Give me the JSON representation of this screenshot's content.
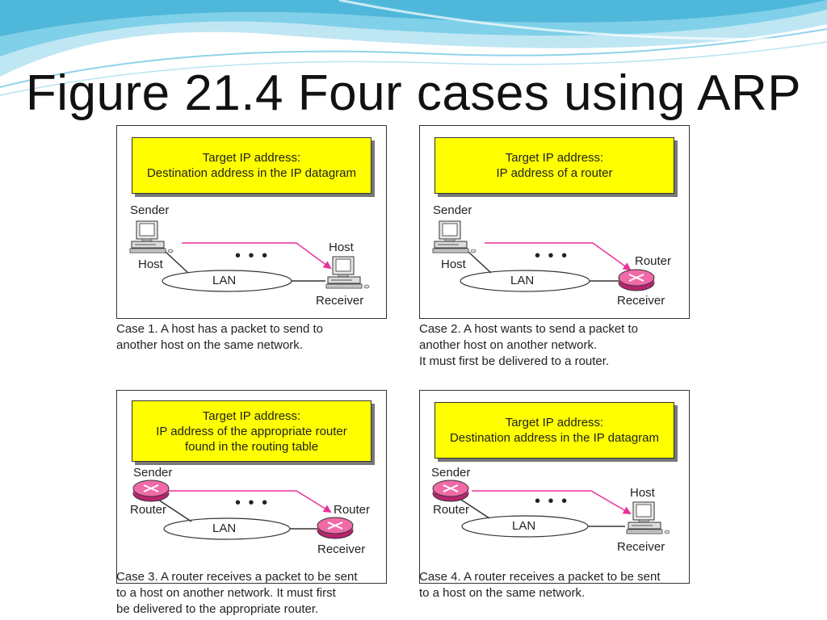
{
  "slide": {
    "title": "Figure 21.4  Four cases using ARP"
  },
  "colors": {
    "accent_wave": "#5bc3de",
    "box_fill": "#ffff00",
    "arrow": "#e8329a",
    "router": "#e53a8f"
  },
  "cases": [
    {
      "box_lines": [
        "Target IP address:",
        "Destination address in the IP datagram"
      ],
      "sender_label": "Sender",
      "sender_type": "Host",
      "receiver_type": "Host",
      "receiver_label": "Receiver",
      "lan_label": "LAN",
      "dots": "• • •",
      "caption_lines": [
        "Case 1. A host has a packet to send to",
        "another host on the same network."
      ]
    },
    {
      "box_lines": [
        "Target IP address:",
        "IP address of a router"
      ],
      "sender_label": "Sender",
      "sender_type": "Host",
      "receiver_type": "Router",
      "receiver_label": "Receiver",
      "lan_label": "LAN",
      "dots": "• • •",
      "caption_lines": [
        "Case 2. A host wants to send a packet to",
        "another host on another network.",
        "It must first be delivered to a router."
      ]
    },
    {
      "box_lines": [
        "Target IP address:",
        "IP address of the appropriate router",
        "found in the routing table"
      ],
      "sender_label": "Sender",
      "sender_type": "Router",
      "receiver_type": "Router",
      "receiver_label": "Receiver",
      "lan_label": "LAN",
      "dots": "• • •",
      "caption_lines": [
        "Case 3. A router receives a packet to be sent",
        "to a host on another network. It must first",
        "be delivered to the appropriate router."
      ]
    },
    {
      "box_lines": [
        "Target IP address:",
        "Destination address in the IP datagram"
      ],
      "sender_label": "Sender",
      "sender_type": "Router",
      "receiver_type": "Host",
      "receiver_label": "Receiver",
      "lan_label": "LAN",
      "dots": "• • •",
      "caption_lines": [
        "Case 4. A router receives a packet to be sent",
        "to a host on the same network."
      ]
    }
  ]
}
